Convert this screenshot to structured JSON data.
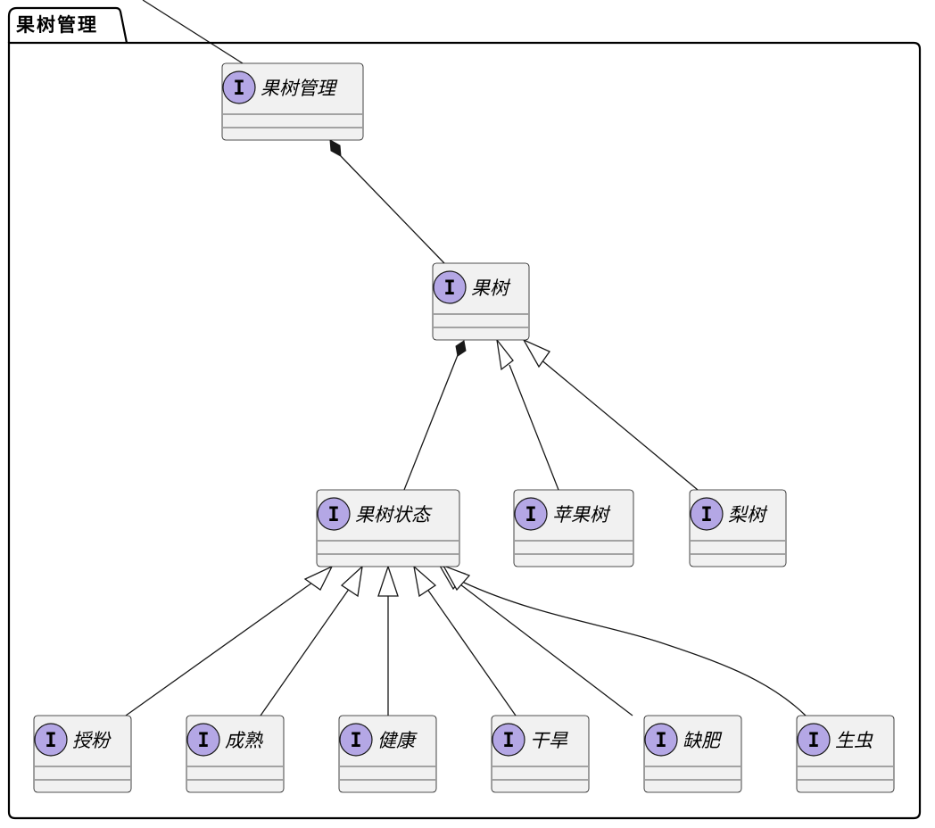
{
  "package": {
    "title": "果树管理"
  },
  "classes": [
    {
      "id": "guoshu-guanli",
      "name": "果树管理",
      "stereotype": "I",
      "stereotype_color": "#B4A7E5"
    },
    {
      "id": "guoshu",
      "name": "果树",
      "stereotype": "I",
      "stereotype_color": "#B4A7E5"
    },
    {
      "id": "guoshu-zhuangtai",
      "name": "果树状态",
      "stereotype": "I",
      "stereotype_color": "#B4A7E5"
    },
    {
      "id": "pingguo-shu",
      "name": "苹果树",
      "stereotype": "I",
      "stereotype_color": "#B4A7E5"
    },
    {
      "id": "li-shu",
      "name": "梨树",
      "stereotype": "I",
      "stereotype_color": "#B4A7E5"
    },
    {
      "id": "shoufen",
      "name": "授粉",
      "stereotype": "I",
      "stereotype_color": "#B4A7E5"
    },
    {
      "id": "chengshu",
      "name": "成熟",
      "stereotype": "I",
      "stereotype_color": "#B4A7E5"
    },
    {
      "id": "jiankang",
      "name": "健康",
      "stereotype": "I",
      "stereotype_color": "#B4A7E5"
    },
    {
      "id": "ganhan",
      "name": "干旱",
      "stereotype": "I",
      "stereotype_color": "#B4A7E5"
    },
    {
      "id": "quefei",
      "name": "缺肥",
      "stereotype": "I",
      "stereotype_color": "#B4A7E5"
    },
    {
      "id": "shengchong",
      "name": "生虫",
      "stereotype": "I",
      "stereotype_color": "#B4A7E5"
    }
  ],
  "relations": [
    {
      "from": "果树管理",
      "to": "果树",
      "type": "composition"
    },
    {
      "from": "果树",
      "to": "果树状态",
      "type": "composition"
    },
    {
      "from": "苹果树",
      "to": "果树",
      "type": "generalization"
    },
    {
      "from": "梨树",
      "to": "果树",
      "type": "generalization"
    },
    {
      "from": "授粉",
      "to": "果树状态",
      "type": "generalization"
    },
    {
      "from": "成熟",
      "to": "果树状态",
      "type": "generalization"
    },
    {
      "from": "健康",
      "to": "果树状态",
      "type": "generalization"
    },
    {
      "from": "干旱",
      "to": "果树状态",
      "type": "generalization"
    },
    {
      "from": "缺肥",
      "to": "果树状态",
      "type": "generalization"
    },
    {
      "from": "生虫",
      "to": "果树状态",
      "type": "generalization"
    }
  ],
  "colors": {
    "class_fill": "#F1F1F1",
    "class_border": "#181818",
    "stereotype_fill": "#B4A7E5",
    "line": "#181818"
  }
}
